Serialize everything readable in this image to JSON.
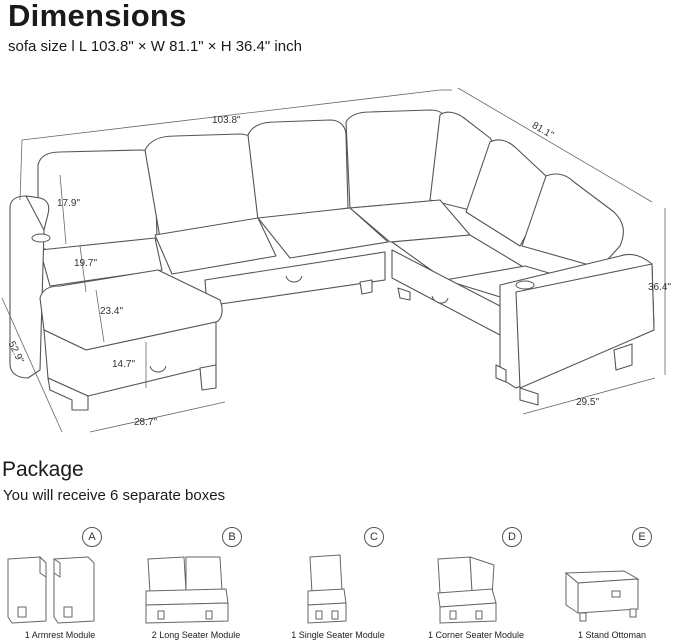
{
  "header": {
    "title": "Dimensions",
    "subtitle": "sofa size l L 103.8\" × W 81.1\" × H 36.4\" inch"
  },
  "dimensions": {
    "length_top": "103.8\"",
    "width_right": "81.1\"",
    "height_right": "36.4\"",
    "depth_left": "52.9\"",
    "backrest": "17.9\"",
    "seat_depth": "19.7\"",
    "ottoman_depth": "23.4\"",
    "ottoman_height": "14.7\"",
    "ottoman_width": "28.7\"",
    "chaise_width": "29.5\""
  },
  "package": {
    "title": "Package",
    "subtitle": "You will receive 6 separate boxes",
    "modules": [
      {
        "letter": "A",
        "label": "1 Armrest Module"
      },
      {
        "letter": "B",
        "label": "2 Long Seater Module"
      },
      {
        "letter": "C",
        "label": "1 Single Seater Module"
      },
      {
        "letter": "D",
        "label": "1 Corner Seater Module"
      },
      {
        "letter": "E",
        "label": "1 Stand Ottoman"
      }
    ]
  }
}
